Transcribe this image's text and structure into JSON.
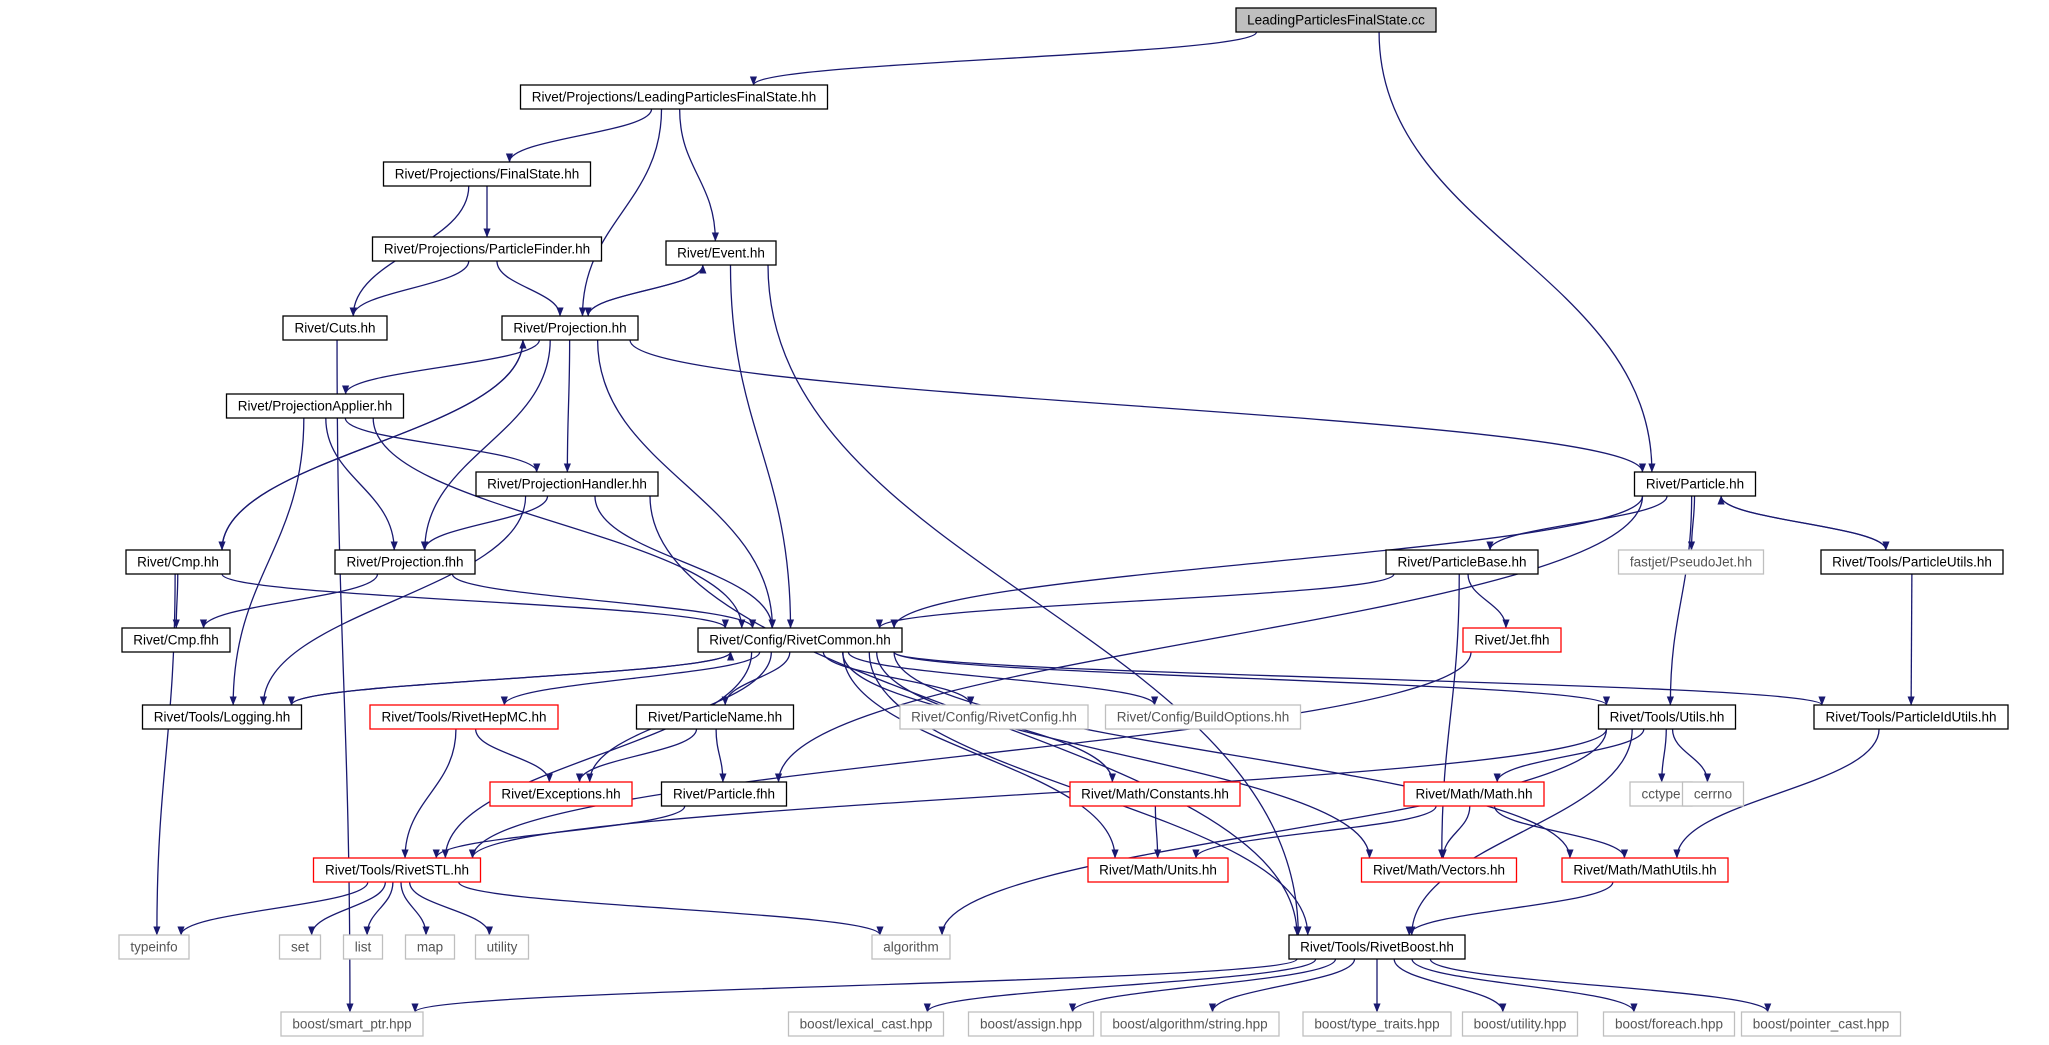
{
  "nodes": [
    {
      "id": "lpfs_cc",
      "label": "LeadingParticlesFinalState.cc",
      "kind": "root"
    },
    {
      "id": "lpfs_hh",
      "label": "Rivet/Projections/LeadingParticlesFinalState.hh",
      "kind": "normal"
    },
    {
      "id": "finalstate",
      "label": "Rivet/Projections/FinalState.hh",
      "kind": "normal"
    },
    {
      "id": "particlefinder",
      "label": "Rivet/Projections/ParticleFinder.hh",
      "kind": "normal"
    },
    {
      "id": "event",
      "label": "Rivet/Event.hh",
      "kind": "normal"
    },
    {
      "id": "cuts",
      "label": "Rivet/Cuts.hh",
      "kind": "normal"
    },
    {
      "id": "projection",
      "label": "Rivet/Projection.hh",
      "kind": "normal"
    },
    {
      "id": "projapplier",
      "label": "Rivet/ProjectionApplier.hh",
      "kind": "normal"
    },
    {
      "id": "projhandler",
      "label": "Rivet/ProjectionHandler.hh",
      "kind": "normal"
    },
    {
      "id": "particle_hh",
      "label": "Rivet/Particle.hh",
      "kind": "normal"
    },
    {
      "id": "cmp",
      "label": "Rivet/Cmp.hh",
      "kind": "normal"
    },
    {
      "id": "projfhh",
      "label": "Rivet/Projection.fhh",
      "kind": "normal"
    },
    {
      "id": "particlebase",
      "label": "Rivet/ParticleBase.hh",
      "kind": "normal"
    },
    {
      "id": "pseudojet",
      "label": "fastjet/PseudoJet.hh",
      "kind": "external"
    },
    {
      "id": "particleutils",
      "label": "Rivet/Tools/ParticleUtils.hh",
      "kind": "normal"
    },
    {
      "id": "cmpfhh",
      "label": "Rivet/Cmp.fhh",
      "kind": "normal"
    },
    {
      "id": "rivetcommon",
      "label": "Rivet/Config/RivetCommon.hh",
      "kind": "normal"
    },
    {
      "id": "jetfhh",
      "label": "Rivet/Jet.fhh",
      "kind": "truncated"
    },
    {
      "id": "logging",
      "label": "Rivet/Tools/Logging.hh",
      "kind": "normal"
    },
    {
      "id": "rivethepmc",
      "label": "Rivet/Tools/RivetHepMC.hh",
      "kind": "truncated"
    },
    {
      "id": "particlename",
      "label": "Rivet/ParticleName.hh",
      "kind": "normal"
    },
    {
      "id": "rivetconfig",
      "label": "Rivet/Config/RivetConfig.hh",
      "kind": "external"
    },
    {
      "id": "buildoptions",
      "label": "Rivet/Config/BuildOptions.hh",
      "kind": "external"
    },
    {
      "id": "utils",
      "label": "Rivet/Tools/Utils.hh",
      "kind": "normal"
    },
    {
      "id": "particleidutils",
      "label": "Rivet/Tools/ParticleIdUtils.hh",
      "kind": "normal"
    },
    {
      "id": "exceptions",
      "label": "Rivet/Exceptions.hh",
      "kind": "truncated"
    },
    {
      "id": "particlefhh",
      "label": "Rivet/Particle.fhh",
      "kind": "normal"
    },
    {
      "id": "constants",
      "label": "Rivet/Math/Constants.hh",
      "kind": "truncated"
    },
    {
      "id": "mathmath",
      "label": "Rivet/Math/Math.hh",
      "kind": "truncated"
    },
    {
      "id": "cctype",
      "label": "cctype",
      "kind": "external"
    },
    {
      "id": "cerrno",
      "label": "cerrno",
      "kind": "external"
    },
    {
      "id": "rivetstl",
      "label": "Rivet/Tools/RivetSTL.hh",
      "kind": "truncated"
    },
    {
      "id": "units",
      "label": "Rivet/Math/Units.hh",
      "kind": "truncated"
    },
    {
      "id": "vectors",
      "label": "Rivet/Math/Vectors.hh",
      "kind": "truncated"
    },
    {
      "id": "mathutils",
      "label": "Rivet/Math/MathUtils.hh",
      "kind": "truncated"
    },
    {
      "id": "typeinfo",
      "label": "typeinfo",
      "kind": "external"
    },
    {
      "id": "set",
      "label": "set",
      "kind": "external"
    },
    {
      "id": "list",
      "label": "list",
      "kind": "external"
    },
    {
      "id": "map",
      "label": "map",
      "kind": "external"
    },
    {
      "id": "utility",
      "label": "utility",
      "kind": "external"
    },
    {
      "id": "algorithm",
      "label": "algorithm",
      "kind": "external"
    },
    {
      "id": "rivetboost",
      "label": "Rivet/Tools/RivetBoost.hh",
      "kind": "normal"
    },
    {
      "id": "smartptr",
      "label": "boost/smart_ptr.hpp",
      "kind": "external"
    },
    {
      "id": "lexicalcast",
      "label": "boost/lexical_cast.hpp",
      "kind": "external"
    },
    {
      "id": "assign",
      "label": "boost/assign.hpp",
      "kind": "external"
    },
    {
      "id": "algstring",
      "label": "boost/algorithm/string.hpp",
      "kind": "external"
    },
    {
      "id": "typetraits",
      "label": "boost/type_traits.hpp",
      "kind": "external"
    },
    {
      "id": "boostutility",
      "label": "boost/utility.hpp",
      "kind": "external"
    },
    {
      "id": "foreach",
      "label": "boost/foreach.hpp",
      "kind": "external"
    },
    {
      "id": "pointercast",
      "label": "boost/pointer_cast.hpp",
      "kind": "external"
    }
  ],
  "edges": [
    [
      "lpfs_cc",
      "lpfs_hh"
    ],
    [
      "lpfs_cc",
      "particle_hh"
    ],
    [
      "lpfs_hh",
      "finalstate"
    ],
    [
      "lpfs_hh",
      "projection"
    ],
    [
      "lpfs_hh",
      "event"
    ],
    [
      "finalstate",
      "particlefinder"
    ],
    [
      "finalstate",
      "cuts"
    ],
    [
      "particlefinder",
      "cuts"
    ],
    [
      "particlefinder",
      "projection"
    ],
    [
      "event",
      "projection"
    ],
    [
      "event",
      "rivetcommon"
    ],
    [
      "event",
      "rivetboost"
    ],
    [
      "projection",
      "event"
    ],
    [
      "projection",
      "projapplier"
    ],
    [
      "projection",
      "projhandler"
    ],
    [
      "projection",
      "projfhh"
    ],
    [
      "projection",
      "rivetcommon"
    ],
    [
      "projection",
      "particle_hh"
    ],
    [
      "projection",
      "cmp"
    ],
    [
      "cuts",
      "smartptr"
    ],
    [
      "projapplier",
      "projhandler"
    ],
    [
      "projapplier",
      "projfhh"
    ],
    [
      "projapplier",
      "rivetcommon"
    ],
    [
      "projapplier",
      "logging"
    ],
    [
      "projhandler",
      "projfhh"
    ],
    [
      "projhandler",
      "rivetcommon"
    ],
    [
      "projhandler",
      "logging"
    ],
    [
      "projhandler",
      "rivetboost"
    ],
    [
      "cmp",
      "projection"
    ],
    [
      "cmp",
      "cmpfhh"
    ],
    [
      "cmp",
      "rivetcommon"
    ],
    [
      "cmp",
      "typeinfo"
    ],
    [
      "projfhh",
      "cmpfhh"
    ],
    [
      "projfhh",
      "rivetcommon"
    ],
    [
      "particle_hh",
      "particlebase"
    ],
    [
      "particle_hh",
      "pseudojet"
    ],
    [
      "particle_hh",
      "particleutils"
    ],
    [
      "particle_hh",
      "rivetcommon"
    ],
    [
      "particle_hh",
      "utils"
    ],
    [
      "particle_hh",
      "particlefhh"
    ],
    [
      "particleutils",
      "particle_hh"
    ],
    [
      "particleutils",
      "particleidutils"
    ],
    [
      "particlebase",
      "rivetcommon"
    ],
    [
      "particlebase",
      "jetfhh"
    ],
    [
      "particlebase",
      "vectors"
    ],
    [
      "jetfhh",
      "rivetstl"
    ],
    [
      "rivetcommon",
      "logging"
    ],
    [
      "rivetcommon",
      "rivethepmc"
    ],
    [
      "rivetcommon",
      "particlename"
    ],
    [
      "rivetcommon",
      "rivetconfig"
    ],
    [
      "rivetcommon",
      "buildoptions"
    ],
    [
      "rivetcommon",
      "utils"
    ],
    [
      "rivetcommon",
      "particleidutils"
    ],
    [
      "rivetcommon",
      "exceptions"
    ],
    [
      "rivetcommon",
      "constants"
    ],
    [
      "rivetcommon",
      "units"
    ],
    [
      "rivetcommon",
      "vectors"
    ],
    [
      "rivetcommon",
      "mathutils"
    ],
    [
      "rivetcommon",
      "rivetstl"
    ],
    [
      "rivetcommon",
      "rivetboost"
    ],
    [
      "logging",
      "rivetcommon"
    ],
    [
      "rivethepmc",
      "exceptions"
    ],
    [
      "rivethepmc",
      "rivetstl"
    ],
    [
      "particlename",
      "exceptions"
    ],
    [
      "particlename",
      "particlefhh"
    ],
    [
      "particlefhh",
      "rivetstl"
    ],
    [
      "utils",
      "mathmath"
    ],
    [
      "utils",
      "cctype"
    ],
    [
      "utils",
      "cerrno"
    ],
    [
      "utils",
      "algorithm"
    ],
    [
      "utils",
      "rivetstl"
    ],
    [
      "utils",
      "rivetboost"
    ],
    [
      "particleidutils",
      "mathutils"
    ],
    [
      "constants",
      "units"
    ],
    [
      "mathmath",
      "units"
    ],
    [
      "mathmath",
      "vectors"
    ],
    [
      "mathmath",
      "mathutils"
    ],
    [
      "mathutils",
      "rivetboost"
    ],
    [
      "rivetstl",
      "typeinfo"
    ],
    [
      "rivetstl",
      "set"
    ],
    [
      "rivetstl",
      "list"
    ],
    [
      "rivetstl",
      "map"
    ],
    [
      "rivetstl",
      "utility"
    ],
    [
      "rivetstl",
      "algorithm"
    ],
    [
      "rivetboost",
      "smartptr"
    ],
    [
      "rivetboost",
      "lexicalcast"
    ],
    [
      "rivetboost",
      "assign"
    ],
    [
      "rivetboost",
      "algstring"
    ],
    [
      "rivetboost",
      "typetraits"
    ],
    [
      "rivetboost",
      "boostutility"
    ],
    [
      "rivetboost",
      "foreach"
    ],
    [
      "rivetboost",
      "pointercast"
    ]
  ],
  "colors": {
    "edge": "#191970",
    "border_normal": "#000000",
    "border_truncated": "#ff0000",
    "border_external": "#bfbfbf",
    "text_external": "#555555",
    "root_fill": "#bfbfbf",
    "fill": "#ffffff"
  }
}
